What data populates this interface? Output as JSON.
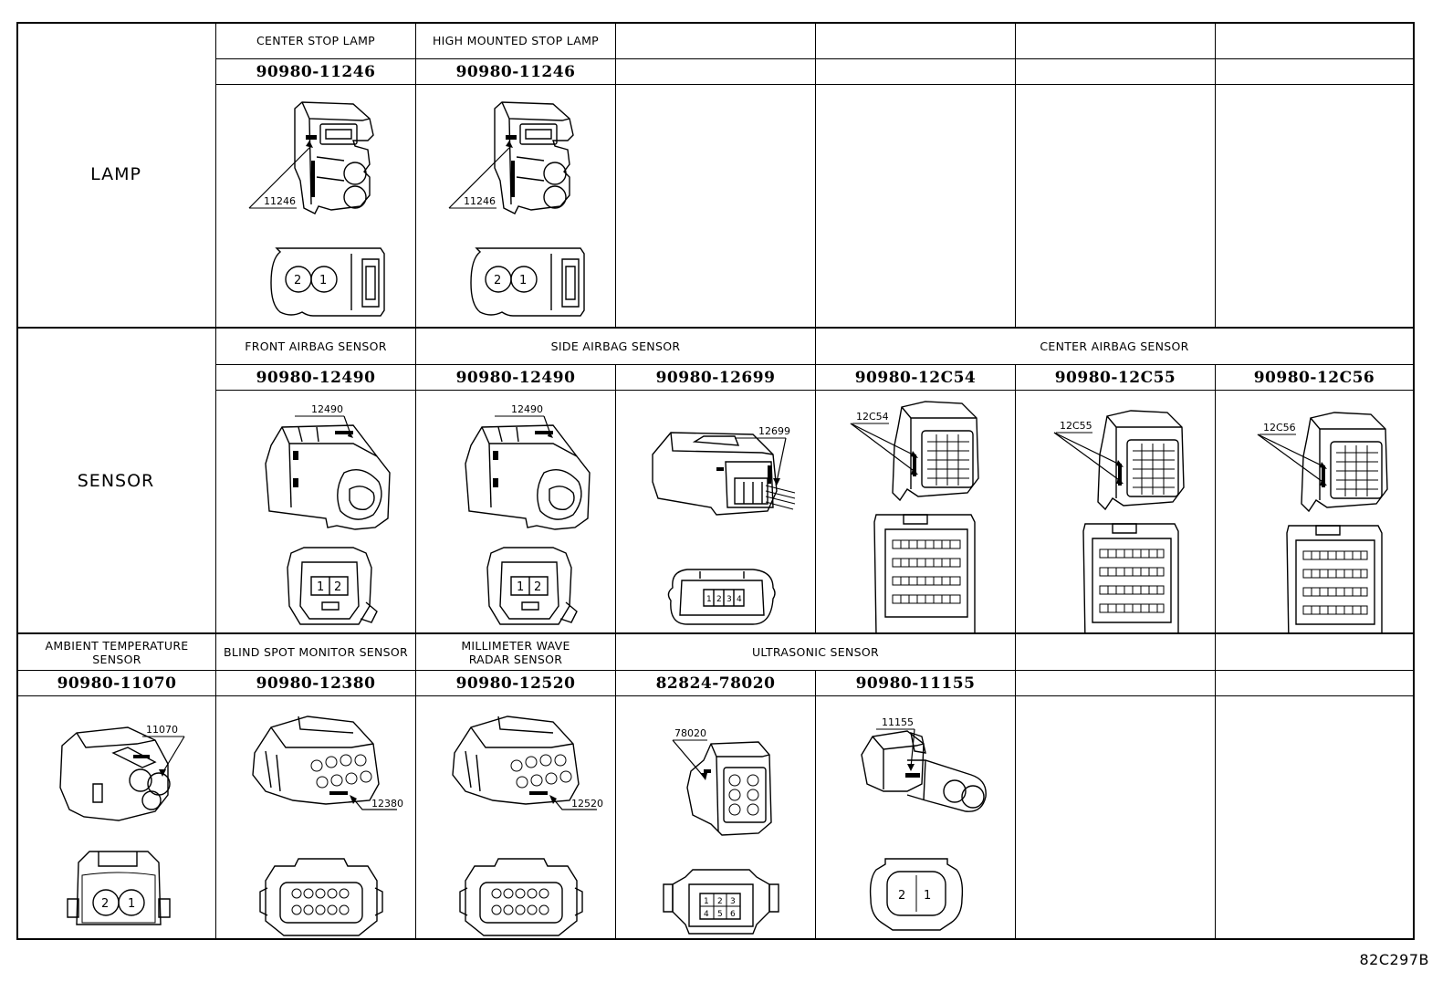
{
  "sections": [
    {
      "label": "LAMP",
      "items": [
        {
          "name": "CENTER STOP LAMP",
          "part": "90980-11246",
          "code": "11246",
          "pins": [
            "2",
            "1"
          ]
        },
        {
          "name": "HIGH MOUNTED STOP LAMP",
          "part": "90980-11246",
          "code": "11246",
          "pins": [
            "2",
            "1"
          ]
        }
      ]
    },
    {
      "label": "SENSOR",
      "groups": [
        {
          "name": "FRONT AIRBAG SENSOR"
        },
        {
          "name": "SIDE AIRBAG SENSOR"
        },
        {
          "name": "CENTER AIRBAG SENSOR"
        }
      ],
      "items": [
        {
          "part": "90980-12490",
          "code": "12490",
          "pins": [
            "1",
            "2"
          ]
        },
        {
          "part": "90980-12490",
          "code": "12490",
          "pins": [
            "1",
            "2"
          ]
        },
        {
          "part": "90980-12699",
          "code": "12699",
          "pins": [
            "1",
            "2",
            "3",
            "4"
          ]
        },
        {
          "part": "90980-12C54",
          "code": "12C54"
        },
        {
          "part": "90980-12C55",
          "code": "12C55"
        },
        {
          "part": "90980-12C56",
          "code": "12C56"
        }
      ]
    },
    {
      "groups": [
        {
          "name": "AMBIENT TEMPERATURE SENSOR"
        },
        {
          "name": "BLIND SPOT MONITOR SENSOR"
        },
        {
          "name": "MILLIMETER WAVE RADAR SENSOR"
        },
        {
          "name": "ULTRASONIC SENSOR"
        }
      ],
      "items": [
        {
          "part": "90980-11070",
          "code": "11070",
          "pins": [
            "2",
            "1"
          ]
        },
        {
          "part": "90980-12380",
          "code": "12380"
        },
        {
          "part": "90980-12520",
          "code": "12520"
        },
        {
          "part": "82824-78020",
          "code": "78020",
          "pins": [
            "1",
            "2",
            "3",
            "4",
            "5",
            "6"
          ]
        },
        {
          "part": "90980-11155",
          "code": "11155",
          "pins": [
            "2",
            "1"
          ]
        }
      ]
    }
  ],
  "figure_id": "82C297B"
}
